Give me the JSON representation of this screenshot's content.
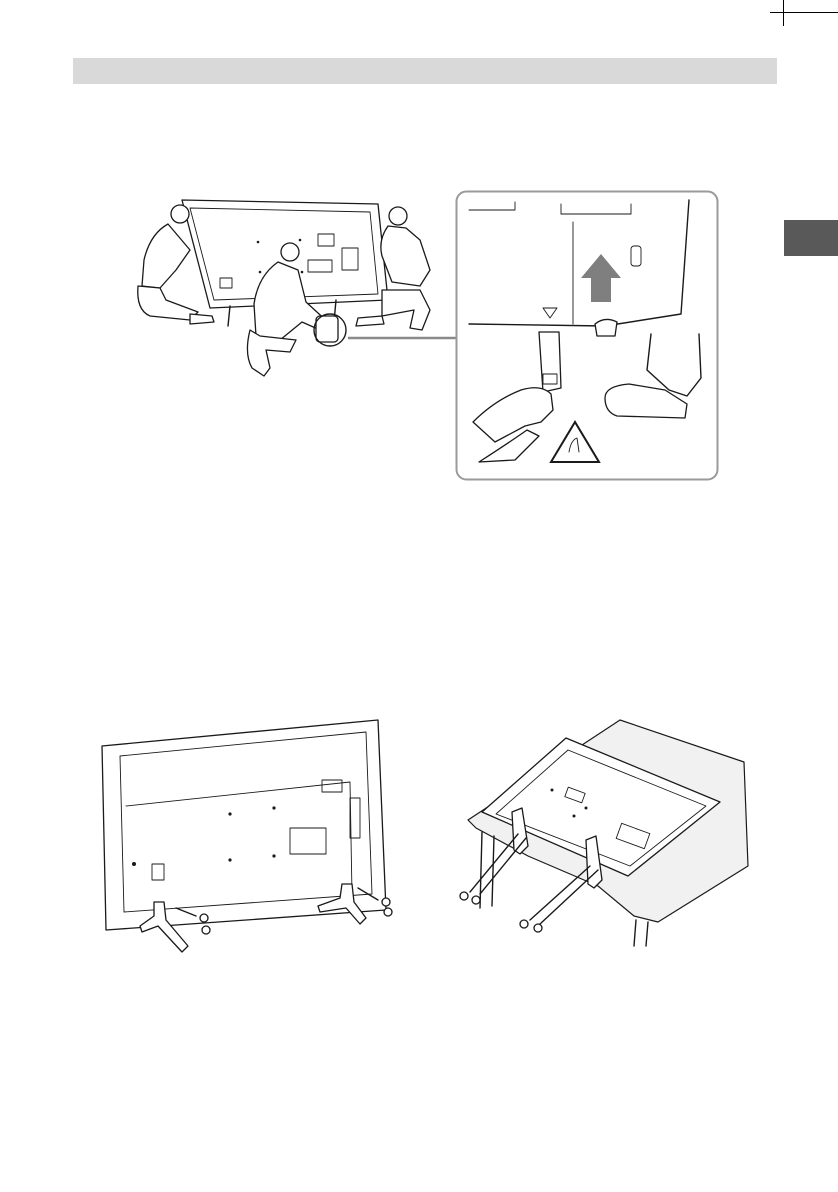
{
  "page": {
    "background": "#ffffff",
    "header_band_color": "#d9d9d9",
    "side_tab_color": "#595959"
  },
  "figures": [
    {
      "id": "remove-stand-people",
      "icons": [
        "person-icon",
        "person-icon",
        "person-icon",
        "tv-back-icon",
        "stand-icon"
      ]
    },
    {
      "id": "remove-stand-detail",
      "icons": [
        "up-arrow-icon",
        "triangle-marker-icon",
        "hand-icon",
        "pinch-warning-icon"
      ]
    },
    {
      "id": "attach-stand-upright",
      "icons": [
        "tv-back-icon",
        "stand-icon",
        "screw-icon"
      ]
    },
    {
      "id": "attach-stand-on-table",
      "icons": [
        "tv-back-icon",
        "table-cloth-icon",
        "stand-icon",
        "screw-icon"
      ]
    }
  ],
  "colors": {
    "line": "#1a1a1a",
    "callout_border": "#9a9a9a",
    "arrow": "#7f7f7f"
  }
}
